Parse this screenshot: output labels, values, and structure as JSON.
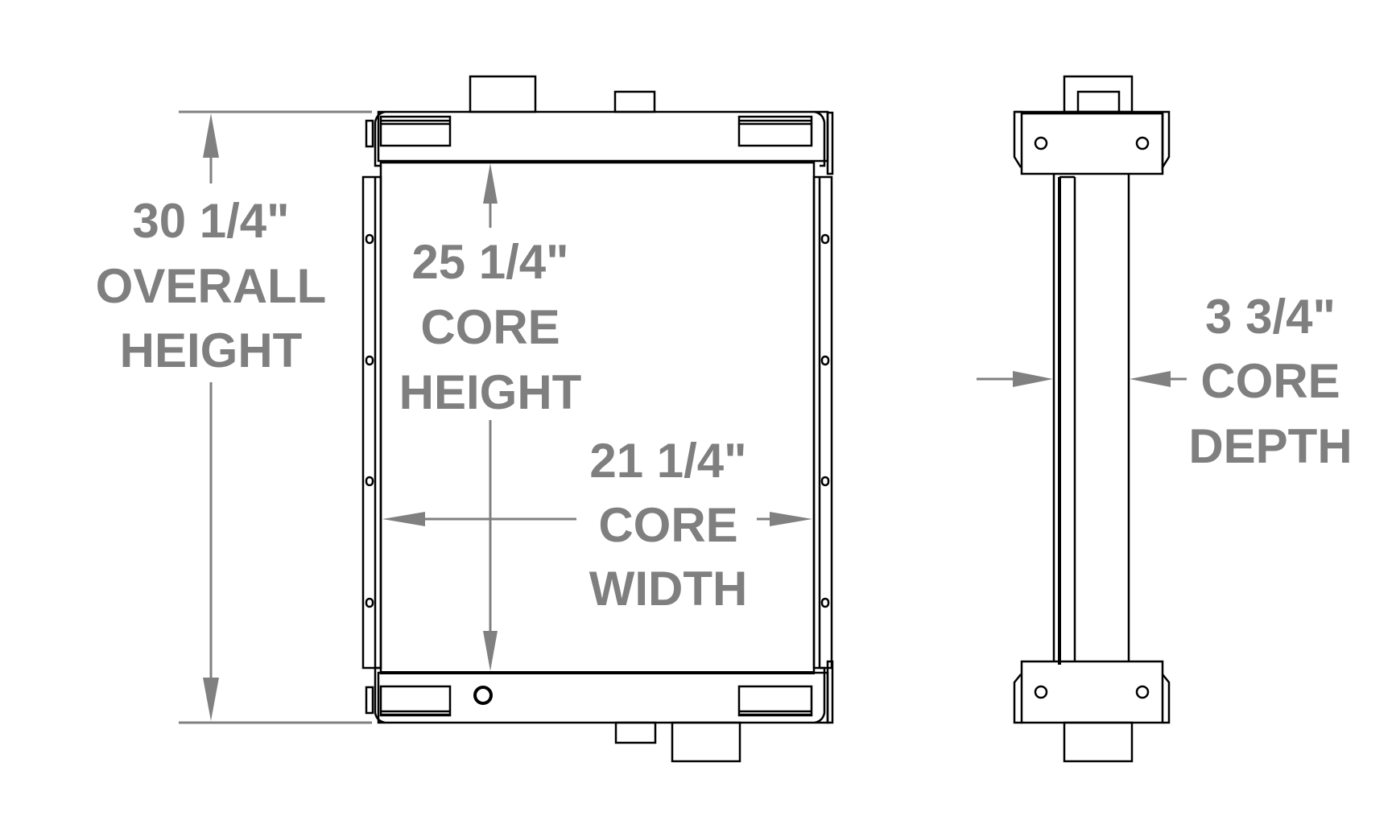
{
  "diagram": {
    "title": "Radiator dimension drawing",
    "colors": {
      "outline": "#000000",
      "dimension": "#808080",
      "background": "#ffffff"
    },
    "dimensions": {
      "overall_height": {
        "value": "30 1/4\"",
        "line1": "OVERALL",
        "line2": "HEIGHT"
      },
      "core_height": {
        "value": "25 1/4\"",
        "line1": "CORE",
        "line2": "HEIGHT"
      },
      "core_width": {
        "value": "21 1/4\"",
        "line1": "CORE",
        "line2": "WIDTH"
      },
      "core_depth": {
        "value": "3 3/4\"",
        "line1": "CORE",
        "line2": "DEPTH"
      }
    },
    "views": [
      "front-view",
      "side-view"
    ]
  }
}
